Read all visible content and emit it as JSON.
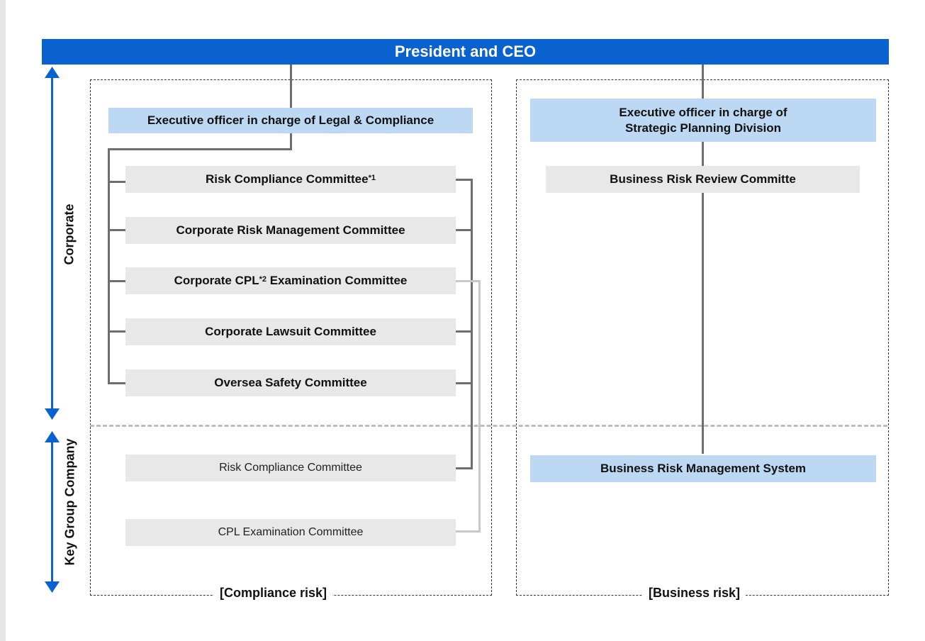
{
  "header": {
    "ceo": "President and CEO"
  },
  "side_labels": {
    "corporate": "Corporate",
    "key_group": "Key Group Company"
  },
  "compliance": {
    "panel_label": "[Compliance risk]",
    "officer": "Executive officer in charge of Legal & Compliance",
    "committees": [
      {
        "label": "Risk Compliance Committee",
        "note": "*1"
      },
      {
        "label": "Corporate Risk Management Committee",
        "note": ""
      },
      {
        "label_pre": "Corporate CPL",
        "note": "*2",
        "label_post": " Examination Committee"
      },
      {
        "label": "Corporate Lawsuit Committee",
        "note": ""
      },
      {
        "label": "Oversea Safety Committee",
        "note": ""
      }
    ],
    "group_committees": [
      {
        "label": "Risk Compliance Committee"
      },
      {
        "label": "CPL Examination Committee"
      }
    ]
  },
  "business": {
    "panel_label": "[Business risk]",
    "officer_line1": "Executive officer in charge of",
    "officer_line2": "Strategic Planning Division",
    "review_committee": "Business Risk Review Committe",
    "management_system": "Business Risk Management System"
  },
  "colors": {
    "ceo_bar": "#0a62d1",
    "officer_box": "#bcd8f2",
    "committee_box": "#e8e8e8",
    "connector": "#6e6e6e",
    "cpl_connector": "#c8c8c8"
  }
}
